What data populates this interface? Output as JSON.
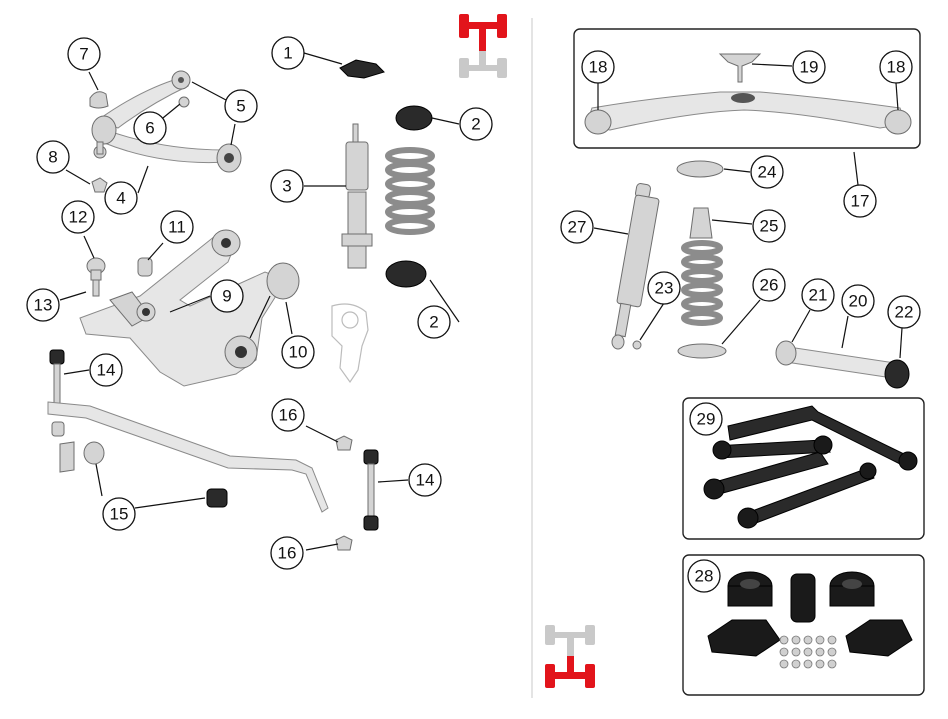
{
  "callouts": {
    "c1": "1",
    "c2a": "2",
    "c2b": "2",
    "c3": "3",
    "c4": "4",
    "c5": "5",
    "c6": "6",
    "c7": "7",
    "c8": "8",
    "c9": "9",
    "c10": "10",
    "c11": "11",
    "c12": "12",
    "c13": "13",
    "c14a": "14",
    "c14b": "14",
    "c15": "15",
    "c16a": "16",
    "c16b": "16",
    "c17": "17",
    "c18a": "18",
    "c18b": "18",
    "c19": "19",
    "c20": "20",
    "c21": "21",
    "c22": "22",
    "c23": "23",
    "c24": "24",
    "c25": "25",
    "c26": "26",
    "c27": "27",
    "c28": "28",
    "c29": "29"
  },
  "colors": {
    "indicator_active": "#e2141b",
    "indicator_inactive": "#c9c9c9"
  },
  "icons": {
    "front_axle_indicator": "front-axle-indicator-icon",
    "rear_axle_indicator": "rear-axle-indicator-icon"
  }
}
